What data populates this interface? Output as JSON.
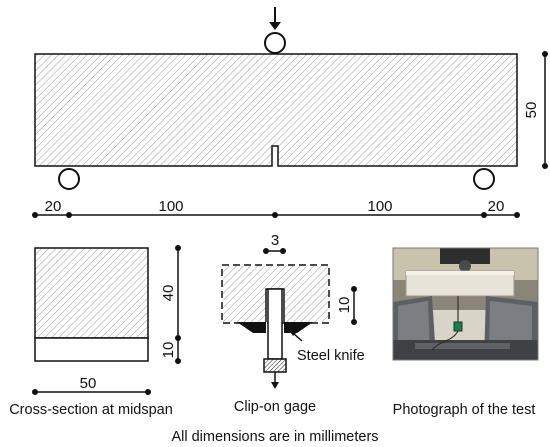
{
  "beam": {
    "depth_label": "50",
    "spans": [
      {
        "id": "overhang_left",
        "label": "20"
      },
      {
        "id": "span_left",
        "label": "100"
      },
      {
        "id": "span_right",
        "label": "100"
      },
      {
        "id": "overhang_right",
        "label": "20"
      }
    ]
  },
  "cross_section": {
    "height_labels": [
      "40",
      "10"
    ],
    "width_label": "50",
    "caption": "Cross-section at midspan"
  },
  "notch_detail": {
    "notch_width_label": "3",
    "notch_depth_label": "10",
    "knife_label": "Steel knife",
    "gage_label": "Clip-on gage"
  },
  "photo": {
    "caption": "Photograph of the test"
  },
  "footer": {
    "note": "All dimensions are in millimeters"
  },
  "colors": {
    "line": "#111111",
    "hatch": "#9a9a9a"
  }
}
